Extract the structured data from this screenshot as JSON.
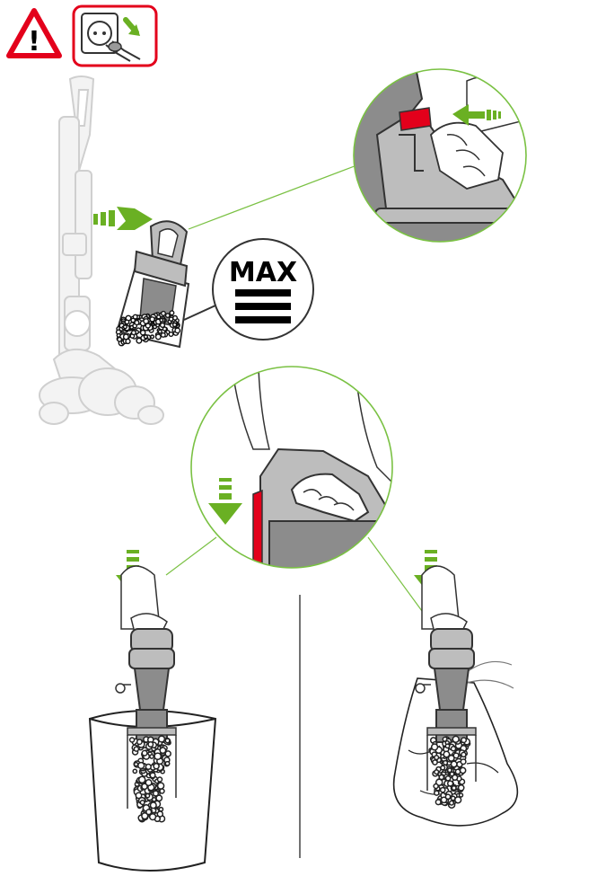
{
  "warning": {
    "icon": "warning-triangle-icon",
    "symbol": "!"
  },
  "unplug": {
    "icon": "unplug-power-icon"
  },
  "max_badge": {
    "label": "MAX",
    "lines": 3
  },
  "colors": {
    "accent_green": "#6ab023",
    "warning_red": "#e3001b",
    "body_grey": "#bdbdbd",
    "dark_grey": "#8c8c8c",
    "outline": "#333333",
    "ghost_grey": "#d6d6d6",
    "circle_ring": "#7ac143"
  },
  "steps": [
    {
      "id": "detach-bin",
      "arrow": "green-arrow-right-icon"
    },
    {
      "id": "release-button",
      "arrow": "green-arrow-left-icon"
    },
    {
      "id": "press-red-catch",
      "arrow": "green-arrow-down-icon"
    },
    {
      "id": "empty-into-bin",
      "arrow": "green-arrow-down-icon"
    },
    {
      "id": "empty-into-bag",
      "arrow": "green-arrow-down-icon"
    }
  ]
}
